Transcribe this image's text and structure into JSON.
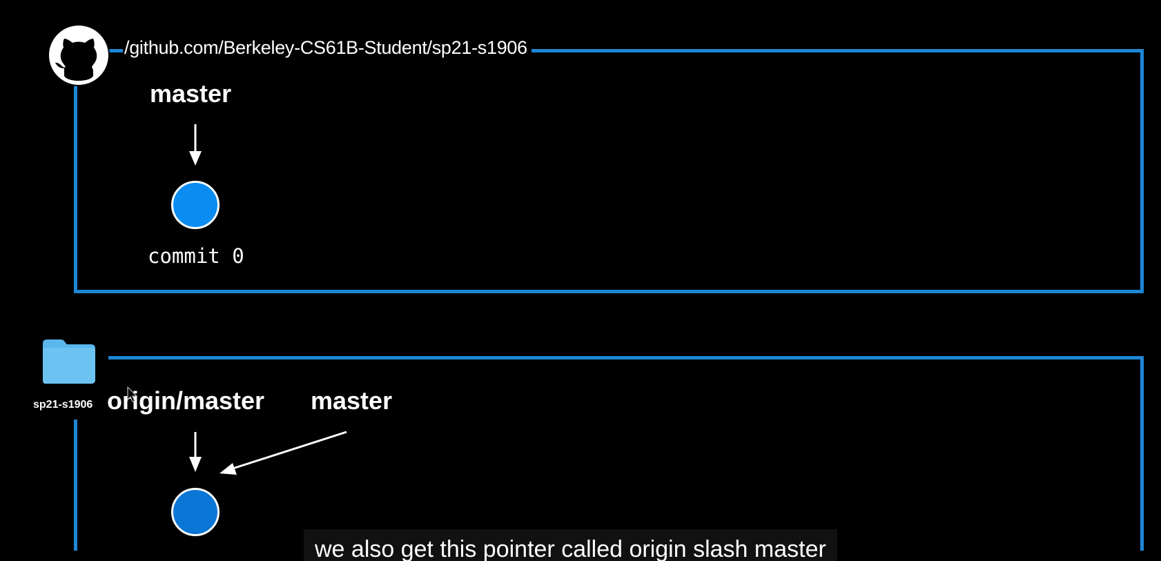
{
  "remote": {
    "url": "/github.com/Berkeley-CS61B-Student/sp21-s1906",
    "branch_label": "master",
    "commit_label": "commit 0",
    "icon": "github-icon"
  },
  "local": {
    "folder_name": "sp21-s1906",
    "folder_icon": "folder-icon",
    "origin_branch_label": "origin/master",
    "branch_label": "master"
  },
  "caption": {
    "text": "we also get this pointer called origin slash master"
  },
  "colors": {
    "frame": "#1e86d6",
    "remote_node": "#0a8cf0",
    "local_node": "#0a76d6",
    "background": "#000000"
  }
}
